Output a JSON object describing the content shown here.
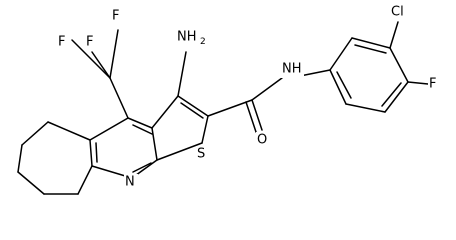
{
  "diagram": {
    "type": "chemical-structure",
    "atom_labels": {
      "f_top_left": "F",
      "f_top_right": "F",
      "f_left": "F",
      "amino_n": "NH",
      "amino_h_count": "2",
      "amide_nh": "NH",
      "amide_o": "O",
      "thiophene_s": "S",
      "pyridine_n": "N",
      "chlorine": "Cl",
      "aryl_f": "F"
    }
  }
}
